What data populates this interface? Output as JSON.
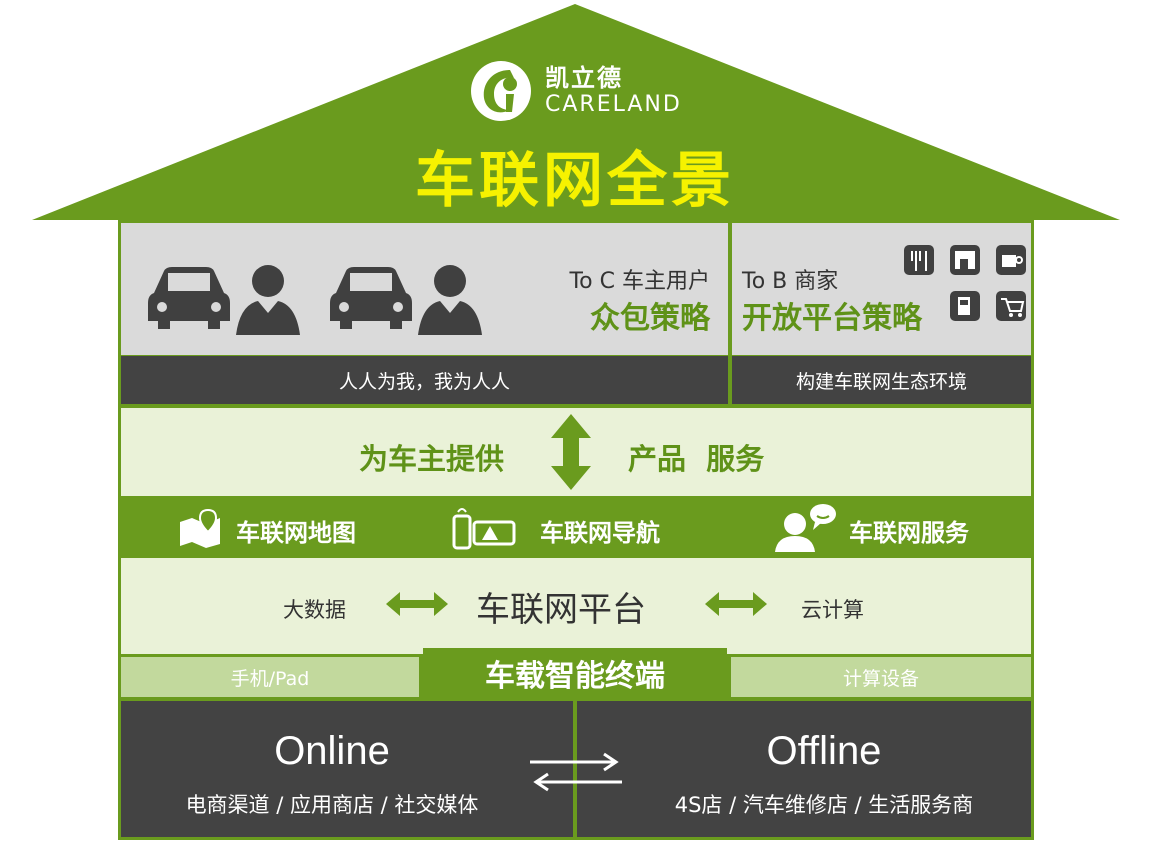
{
  "logo": {
    "name_cn": "凯立德",
    "name_en": "CARELAND"
  },
  "title": "车联网全景",
  "to_c": {
    "label": "To C 车主用户",
    "strategy": "众包策略",
    "slogan": "人人为我，我为人人"
  },
  "to_b": {
    "label": "To B 商家",
    "strategy": "开放平台策略",
    "slogan": "构建车联网生态环境",
    "icons": [
      "fork-knife-icon",
      "store-icon",
      "coffee-icon",
      "fuel-icon",
      "cart-icon"
    ]
  },
  "provide": {
    "left": "为车主提供",
    "right": "产品  服务"
  },
  "services": [
    {
      "label": "车联网地图",
      "icon": "map-pin-icon"
    },
    {
      "label": "车联网导航",
      "icon": "car-navigation-icon"
    },
    {
      "label": "车联网服务",
      "icon": "customer-service-icon"
    }
  ],
  "platform": {
    "left": "大数据",
    "center": "车联网平台",
    "right": "云计算"
  },
  "terminals": {
    "left": "手机/Pad",
    "center": "车载智能终端",
    "right": "计算设备"
  },
  "online": {
    "title": "Online",
    "sub": "电商渠道 / 应用商店 / 社交媒体"
  },
  "offline": {
    "title": "Offline",
    "sub": "4S店 / 汽车维修店 / 生活服务商"
  },
  "colors": {
    "green": "#6a9b1e",
    "yellow_title": "#f6f200",
    "dark": "#434343",
    "light_green": "#eaf2d8"
  }
}
